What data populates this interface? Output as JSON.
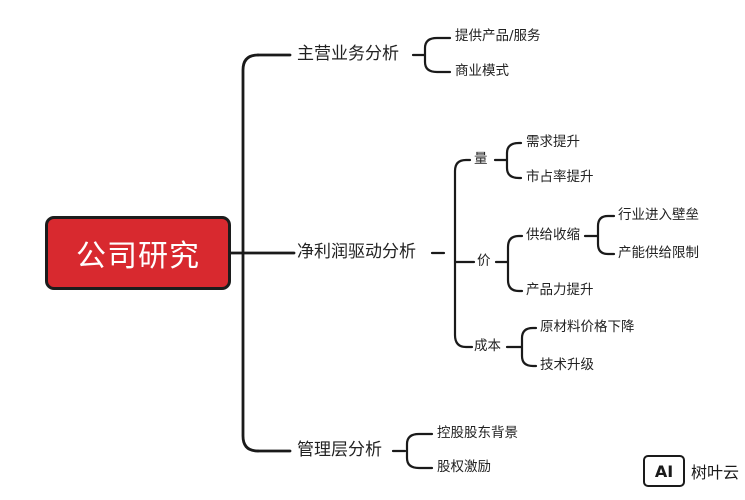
{
  "root": {
    "label": "公司研究"
  },
  "branches": {
    "main_business": {
      "label": "主营业务分析",
      "children": [
        "提供产品/服务",
        "商业模式"
      ]
    },
    "net_profit": {
      "label": "净利润驱动分析",
      "volume": {
        "label": "量",
        "children": [
          "需求提升",
          "市占率提升"
        ]
      },
      "price": {
        "label": "价",
        "supply": {
          "label": "供给收缩",
          "children": [
            "行业进入壁垒",
            "产能供给限制"
          ]
        },
        "power": "产品力提升"
      },
      "cost": {
        "label": "成本",
        "children": [
          "原材料价格下降",
          "技术升级"
        ]
      }
    },
    "management": {
      "label": "管理层分析",
      "children": [
        "控股股东背景",
        "股权激励"
      ]
    }
  },
  "watermark": {
    "logo": "AI",
    "text": "树叶云"
  }
}
